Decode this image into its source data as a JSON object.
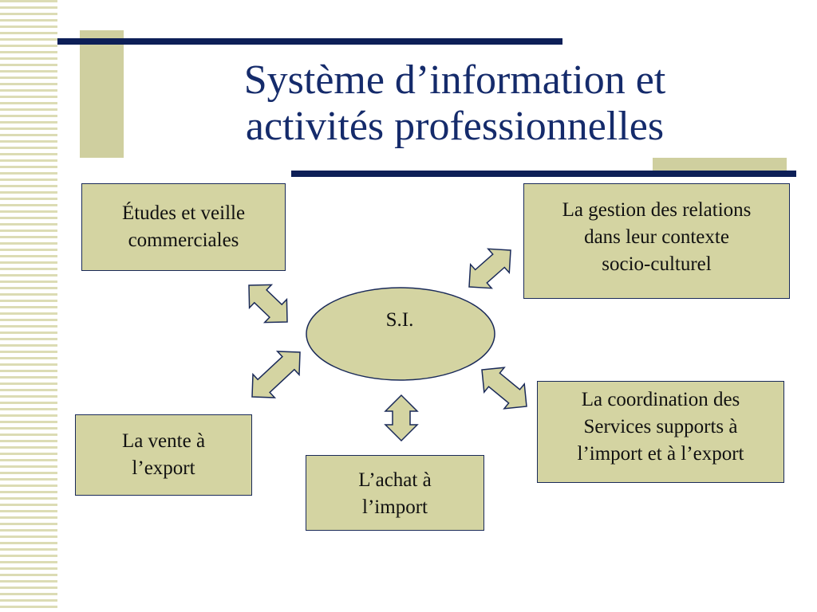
{
  "title": {
    "line1": "Système d’information et",
    "line2": "activités professionnelles"
  },
  "center": {
    "label": "S.I."
  },
  "nodes": {
    "etudes": {
      "line1": "Études et veille",
      "line2": "commerciales"
    },
    "gestion": {
      "line1": "La gestion des relations",
      "line2": "dans leur contexte",
      "line3": "socio-culturel"
    },
    "vente": {
      "line1": "La vente à",
      "line2": "l’export"
    },
    "achat": {
      "line1": "L’achat à",
      "line2": "l’import"
    },
    "coordination": {
      "line1": "La coordination des",
      "line2": "Services supports à",
      "line3": "l’import et à l’export"
    }
  },
  "colors": {
    "box_fill": "#d4d4a2",
    "title": "#152b6b",
    "bar": "#0d1f57",
    "stripe": "#dcdcb4"
  }
}
